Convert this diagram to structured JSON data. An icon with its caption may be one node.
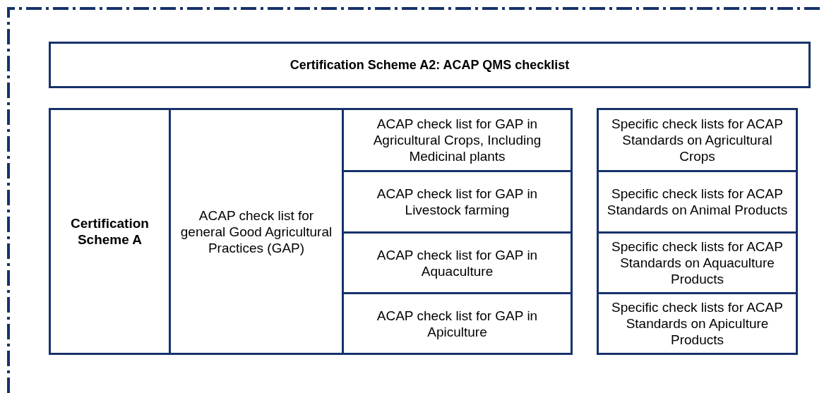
{
  "diagram": {
    "nodes": [
      {
        "text": [
          "Certification Scheme A2: ACAP QMS checklist"
        ]
      },
      {
        "text": [
          "Certification Scheme A"
        ]
      },
      {
        "text": [
          "ACAP check list for general Good Agricultural Practices (GAP)"
        ]
      },
      {
        "text": [
          "ACAP check list for GAP in Agricultural Crops, Including Medicinal plants"
        ]
      },
      {
        "text": [
          "ACAP check list for GAP in Livestock farming"
        ]
      },
      {
        "text": [
          "ACAP check list for GAP in Aquaculture"
        ]
      },
      {
        "text": [
          "ACAP check list for GAP in Apiculture"
        ]
      },
      {
        "text": [
          "Specific check lists for ACAP Standards on Agricultural Crops"
        ]
      },
      {
        "text": [
          "Specific check lists for ACAP Standards on Animal Products"
        ]
      },
      {
        "text": [
          "Specific check lists for ACAP Standards on Aquaculture Products"
        ]
      },
      {
        "text": [
          "Specific check lists for ACAP Standards on Apiculture Products"
        ]
      }
    ],
    "edges": []
  }
}
